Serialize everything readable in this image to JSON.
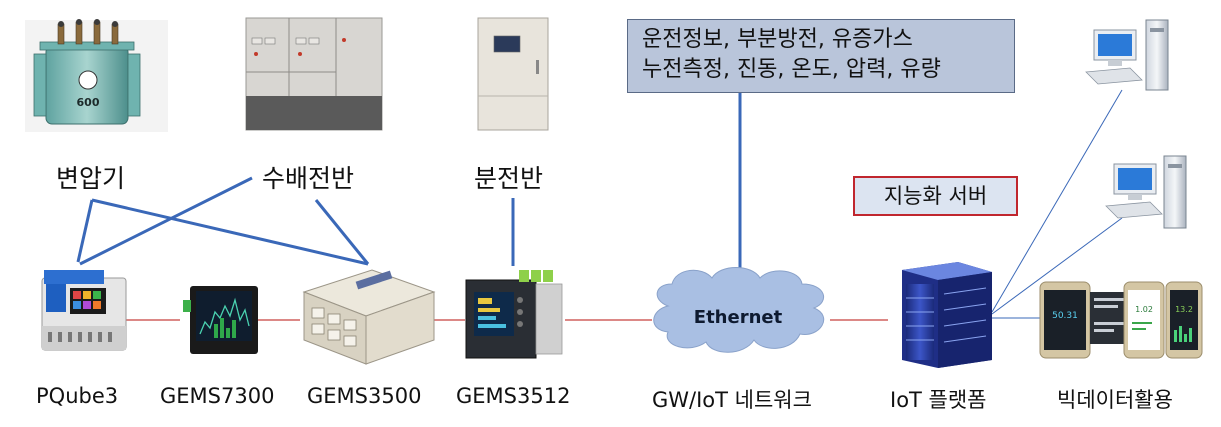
{
  "categories": {
    "transformer": "변압기",
    "switchgear": "수배전반",
    "distribution_panel": "분전반"
  },
  "devices": {
    "pqube3": "PQube3",
    "gems7300": "GEMS7300",
    "gems3500": "GEMS3500",
    "gems3512": "GEMS3512",
    "network": "GW/IoT 네트워크",
    "platform": "IoT 플랫폼",
    "bigdata": "빅데이터활용"
  },
  "info_box": {
    "line1": "운전정보, 부분방전, 유증가스",
    "line2": "누전측정, 진동, 온도, 압력, 유량"
  },
  "server_box": "지능화 서버",
  "ethernet_label": "Ethernet",
  "transformer_plate": "600",
  "phone_screens": [
    "50.31",
    "1.02",
    "13.2"
  ],
  "colors": {
    "blue_line": "#3a68b8",
    "red_line": "#c8423f",
    "cloud": "#a9bfe3",
    "info_box_bg": "#b9c5da",
    "server_box_border": "#c0262e"
  }
}
